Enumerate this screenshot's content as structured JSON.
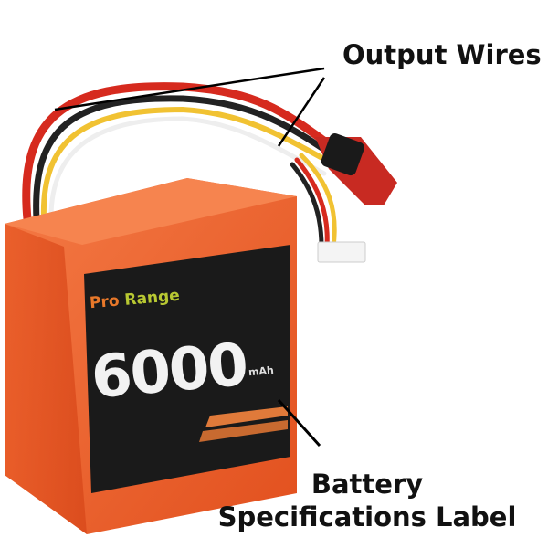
{
  "annotations": {
    "output_wires": "Output Wires",
    "battery_label_line1": "Battery",
    "battery_label_line2": "Specifications Label"
  },
  "battery": {
    "brand_prefix": "Pro",
    "brand_rest": "Range",
    "capacity": "6000",
    "unit": "mAh",
    "colors": {
      "body": "#f2602a",
      "label": "#1a1a1a",
      "brand_orange": "#e8782a",
      "brand_green": "#b8c832"
    }
  }
}
